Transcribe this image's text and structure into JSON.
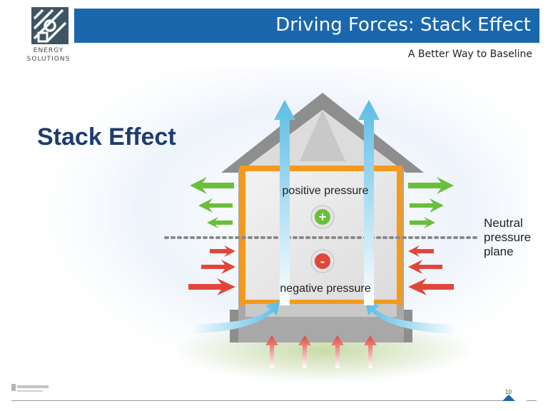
{
  "brand": {
    "name_line1": "ENERGY",
    "name_line2": "SOLUTIONS",
    "primary_color": "#1a67ad",
    "logo_color": "#3e5566"
  },
  "header": {
    "title": "Driving Forces: Stack Effect",
    "subtitle": "A Better Way to Baseline"
  },
  "diagram": {
    "heading": "Stack Effect",
    "positive_label": "positive pressure",
    "negative_label": "negative pressure",
    "plus_symbol": "+",
    "minus_symbol": "-",
    "neutral_plane": [
      "Neutral",
      "pressure",
      "plane"
    ],
    "colors": {
      "outflow_arrows": "#6abf3a",
      "inflow_arrows": "#e0473a",
      "warm_frame": "#f39a1e",
      "air_arrows": "#7fd0ee",
      "roof": "#8e8e8e"
    }
  },
  "footer": {
    "page_number": "10"
  }
}
